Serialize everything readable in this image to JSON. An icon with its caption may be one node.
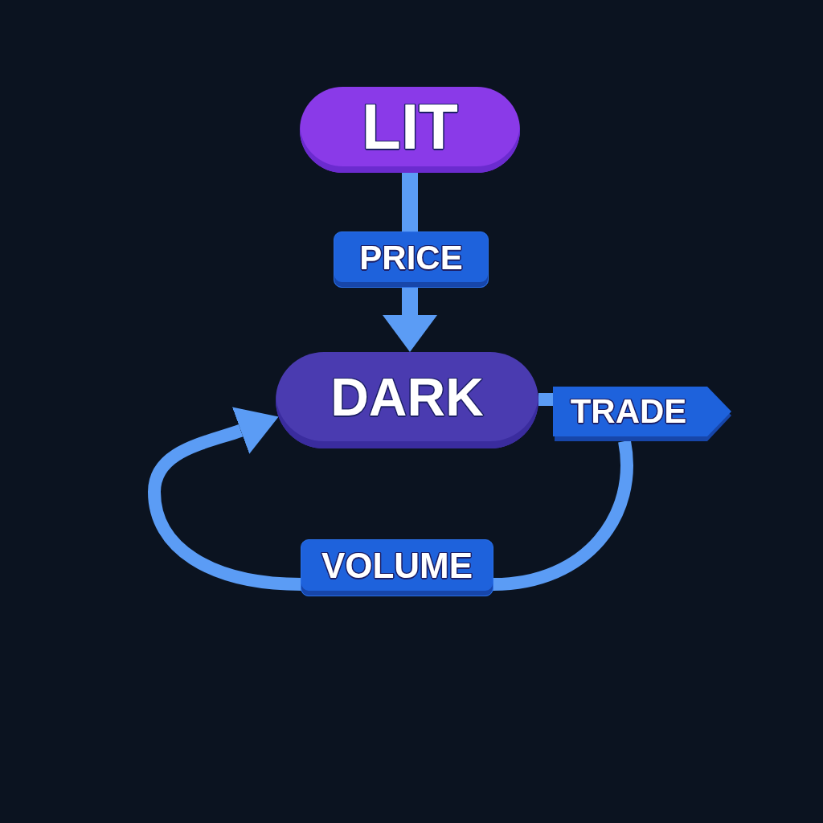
{
  "diagram": {
    "nodes": [
      {
        "text": [
          "LIT"
        ]
      },
      {
        "text": [
          "DARK"
        ]
      },
      {
        "text": [
          "TRADE"
        ]
      }
    ],
    "edges": [
      {
        "from": 0,
        "to": 1,
        "arrow": "to",
        "label": "PRICE"
      },
      {
        "from": 1,
        "to": 2,
        "arrow": "none"
      },
      {
        "from": 2,
        "to": 1,
        "arrow": "to",
        "label": "VOLUME"
      }
    ]
  }
}
